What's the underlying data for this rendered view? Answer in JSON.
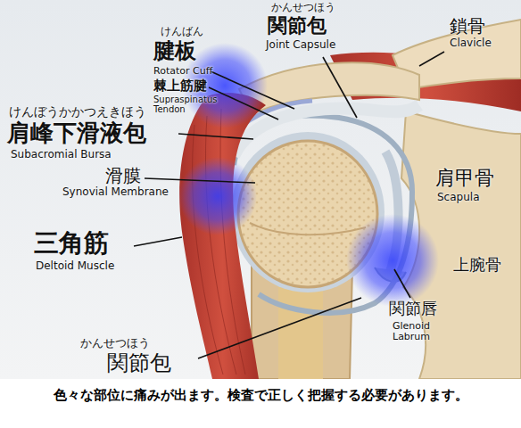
{
  "diagram": {
    "caption": "色々な部位に痛みが出ます。検査で正しく把握する必要があります。",
    "labels": [
      "かんせつほう",
      "関節包",
      "Joint Capsule",
      "鎖骨",
      "Clavicle",
      "けんばん",
      "腱板",
      "Rotator Cuff",
      "棘上筋腱",
      "Supraspinatus Tendon",
      "けんぼうかかつえきほう",
      "肩峰下滑液包",
      "Subacromial Bursa",
      "滑膜",
      "Synovial Membrane",
      "肩甲骨",
      "Scapula",
      "三角筋",
      "Deltoid Muscle",
      "上腕骨",
      "関節唇",
      "Glenoid Labrum",
      "かんせつほう",
      "関節包"
    ]
  }
}
